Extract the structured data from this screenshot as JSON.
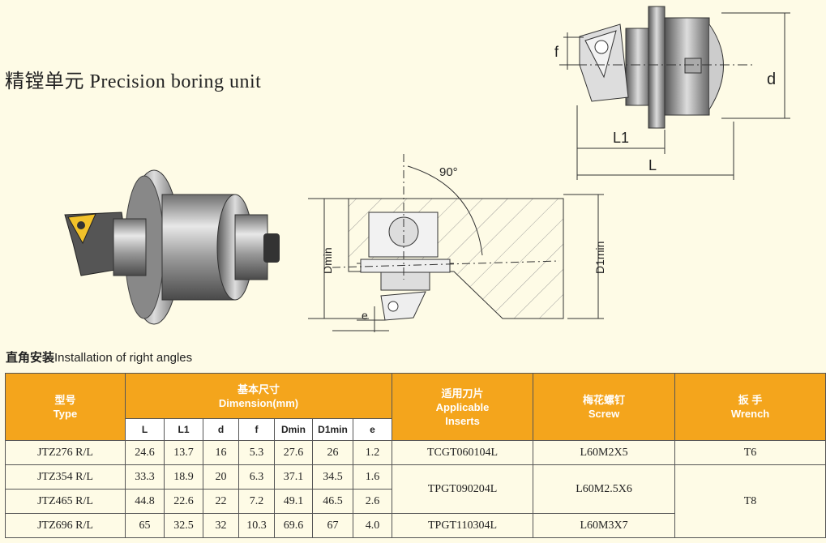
{
  "title": "精镗单元 Precision boring unit",
  "section": {
    "cn": "直角安装",
    "en": "Installation of right angles"
  },
  "drawing": {
    "labels": {
      "f": "f",
      "d": "d",
      "L1": "L1",
      "L": "L",
      "angle": "90°",
      "Dmin": "Dmin",
      "D1min": "D1min",
      "e": "e"
    }
  },
  "table": {
    "headers": {
      "type_cn": "型号",
      "type_en": "Type",
      "dim_cn": "基本尺寸",
      "dim_en": "Dimension(mm)",
      "insert_cn": "适用刀片",
      "insert_en1": "Applicable",
      "insert_en2": "Inserts",
      "screw_cn": "梅花螺钉",
      "screw_en": "Screw",
      "wrench_cn": "扳 手",
      "wrench_en": "Wrench"
    },
    "sub_headers": [
      "L",
      "L1",
      "d",
      "f",
      "Dmin",
      "D1min",
      "e"
    ],
    "rows": [
      {
        "type": "JTZ276 R/L",
        "L": "24.6",
        "L1": "13.7",
        "d": "16",
        "f": "5.3",
        "Dmin": "27.6",
        "D1min": "26",
        "e": "1.2"
      },
      {
        "type": "JTZ354 R/L",
        "L": "33.3",
        "L1": "18.9",
        "d": "20",
        "f": "6.3",
        "Dmin": "37.1",
        "D1min": "34.5",
        "e": "1.6"
      },
      {
        "type": "JTZ465 R/L",
        "L": "44.8",
        "L1": "22.6",
        "d": "22",
        "f": "7.2",
        "Dmin": "49.1",
        "D1min": "46.5",
        "e": "2.6"
      },
      {
        "type": "JTZ696 R/L",
        "L": "65",
        "L1": "32.5",
        "d": "32",
        "f": "10.3",
        "Dmin": "69.6",
        "D1min": "67",
        "e": "4.0"
      }
    ],
    "inserts": [
      "TCGT060104L",
      "TPGT090204L",
      "TPGT110304L"
    ],
    "screws": [
      "L60M2X5",
      "L60M2.5X6",
      "L60M3X7"
    ],
    "wrenches": [
      "T6",
      "T8"
    ]
  }
}
